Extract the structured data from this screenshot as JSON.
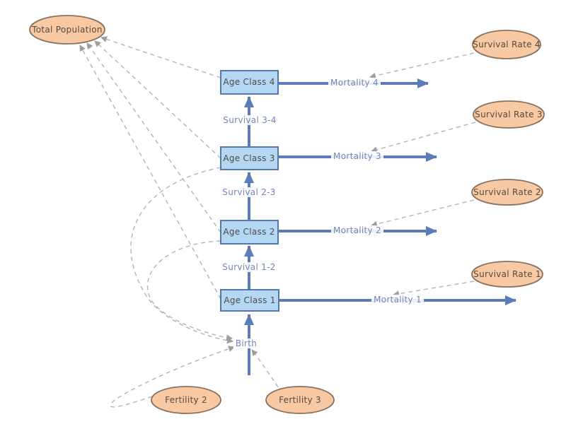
{
  "diagram_type": "stock-and-flow population model",
  "colors": {
    "stock_fill": "#b5d8f2",
    "stock_border": "#5577ad",
    "auxiliary_fill": "#f9c9a3",
    "auxiliary_border": "#87725f",
    "flow_arrow": "#5b7cb8",
    "influence_link": "#b3b3b3",
    "flow_label_text": "#7285b5",
    "node_label_text": "#4c4c4c",
    "background": "#ffffff"
  },
  "stocks": [
    {
      "id": "age-class-4",
      "label": "Age Class 4"
    },
    {
      "id": "age-class-3",
      "label": "Age Class 3"
    },
    {
      "id": "age-class-2",
      "label": "Age Class 2"
    },
    {
      "id": "age-class-1",
      "label": "Age Class 1"
    }
  ],
  "auxiliaries": [
    {
      "id": "total-population",
      "label": "Total Population"
    },
    {
      "id": "survival-rate-4",
      "label": "Survival Rate 4"
    },
    {
      "id": "survival-rate-3",
      "label": "Survival Rate 3"
    },
    {
      "id": "survival-rate-2",
      "label": "Survival Rate 2"
    },
    {
      "id": "survival-rate-1",
      "label": "Survival Rate 1"
    },
    {
      "id": "fertility-2",
      "label": "Fertility 2"
    },
    {
      "id": "fertility-3",
      "label": "Fertility 3"
    }
  ],
  "flows": [
    {
      "id": "birth",
      "label": "Birth"
    },
    {
      "id": "survival-1-2",
      "label": "Survival 1-2"
    },
    {
      "id": "survival-2-3",
      "label": "Survival 2-3"
    },
    {
      "id": "survival-3-4",
      "label": "Survival 3-4"
    },
    {
      "id": "mortality-1",
      "label": "Mortality 1"
    },
    {
      "id": "mortality-2",
      "label": "Mortality 2"
    },
    {
      "id": "mortality-3",
      "label": "Mortality 3"
    },
    {
      "id": "mortality-4",
      "label": "Mortality 4"
    }
  ],
  "links": [
    {
      "from": "Age Class 4",
      "to": "Total Population"
    },
    {
      "from": "Age Class 3",
      "to": "Total Population"
    },
    {
      "from": "Age Class 2",
      "to": "Total Population"
    },
    {
      "from": "Age Class 1",
      "to": "Total Population"
    },
    {
      "from": "Age Class 3",
      "to": "Birth"
    },
    {
      "from": "Age Class 2",
      "to": "Birth"
    },
    {
      "from": "Fertility 2",
      "to": "Birth"
    },
    {
      "from": "Fertility 3",
      "to": "Birth"
    },
    {
      "from": "Survival Rate 4",
      "to": "Mortality 4"
    },
    {
      "from": "Survival Rate 3",
      "to": "Mortality 3"
    },
    {
      "from": "Survival Rate 2",
      "to": "Mortality 2"
    },
    {
      "from": "Survival Rate 1",
      "to": "Mortality 1"
    }
  ]
}
